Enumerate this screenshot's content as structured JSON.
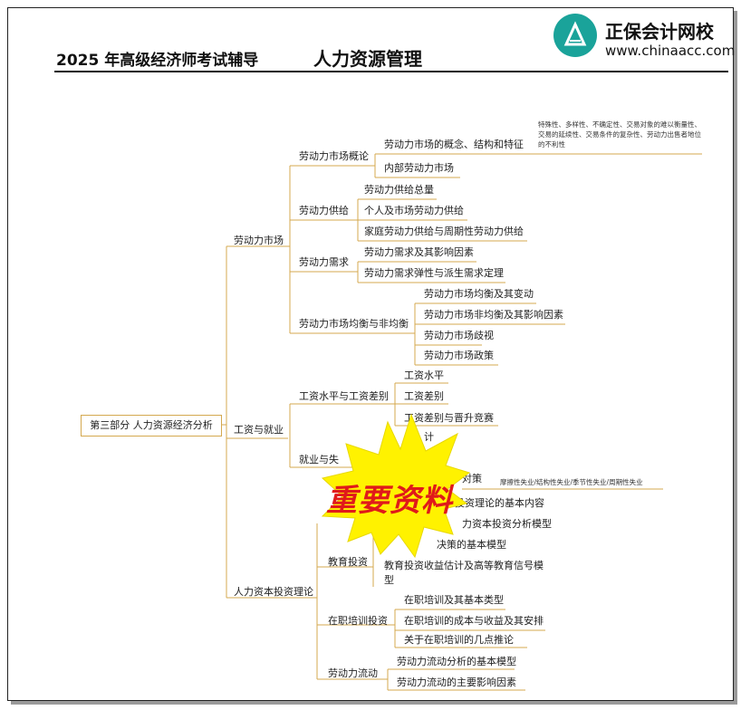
{
  "header": {
    "exam_title": "2025 年高级经济师考试辅导",
    "subject": "人力资源管理",
    "brand_name": "正保会计网校",
    "brand_url": "www.chinaacc.com"
  },
  "mindmap": {
    "root": "第三部分  人力资源经济分析",
    "level1": [
      "劳动力市场",
      "工资与就业",
      "人力资本投资理论"
    ],
    "level2": [
      "劳动力市场概论",
      "劳动力供给",
      "劳动力需求",
      "劳动力市场均衡与非均衡",
      "工资水平与工资差别",
      "就业与失",
      "教育投资",
      "在职培训投资",
      "劳动力流动"
    ],
    "level3": [
      "劳动力市场的概念、结构和特征",
      "内部劳动力市场",
      "劳动力供给总量",
      "个人及市场劳动力供给",
      "家庭劳动力供给与周期性劳动力供给",
      "劳动力需求及其影响因素",
      "劳动力需求弹性与派生需求定理",
      "劳动力市场均衡及其变动",
      "劳动力市场非均衡及其影响因素",
      "劳动力市场歧视",
      "劳动力市场政策",
      "工资水平",
      "工资差别",
      "工资差别与晋升竞赛",
      "计",
      "对策",
      "资本投资理论的基本内容",
      "力资本投资分析模型",
      "决策的基本模型",
      "教育投资收益估计及高等教育信号模",
      "型",
      "在职培训及其基本类型",
      "在职培训的成本与收益及其安排",
      "关于在职培训的几点推论",
      "劳动力流动分析的基本模型",
      "劳动力流动的主要影响因素"
    ],
    "notes": [
      "特殊性、多样性、不确定性、交易对象的难以衡量性、交易的延续性、交易条件的复杂性、劳动力出售者地位的不利性",
      "摩擦性失业/结构性失业/季节性失业/周期性失业"
    ]
  },
  "stamp": {
    "text": "重要资料"
  },
  "colors": {
    "line": "#d4a84f",
    "stamp_fill": "#fff200",
    "stamp_text": "#e01a1a",
    "logo": "#1aa39a"
  }
}
